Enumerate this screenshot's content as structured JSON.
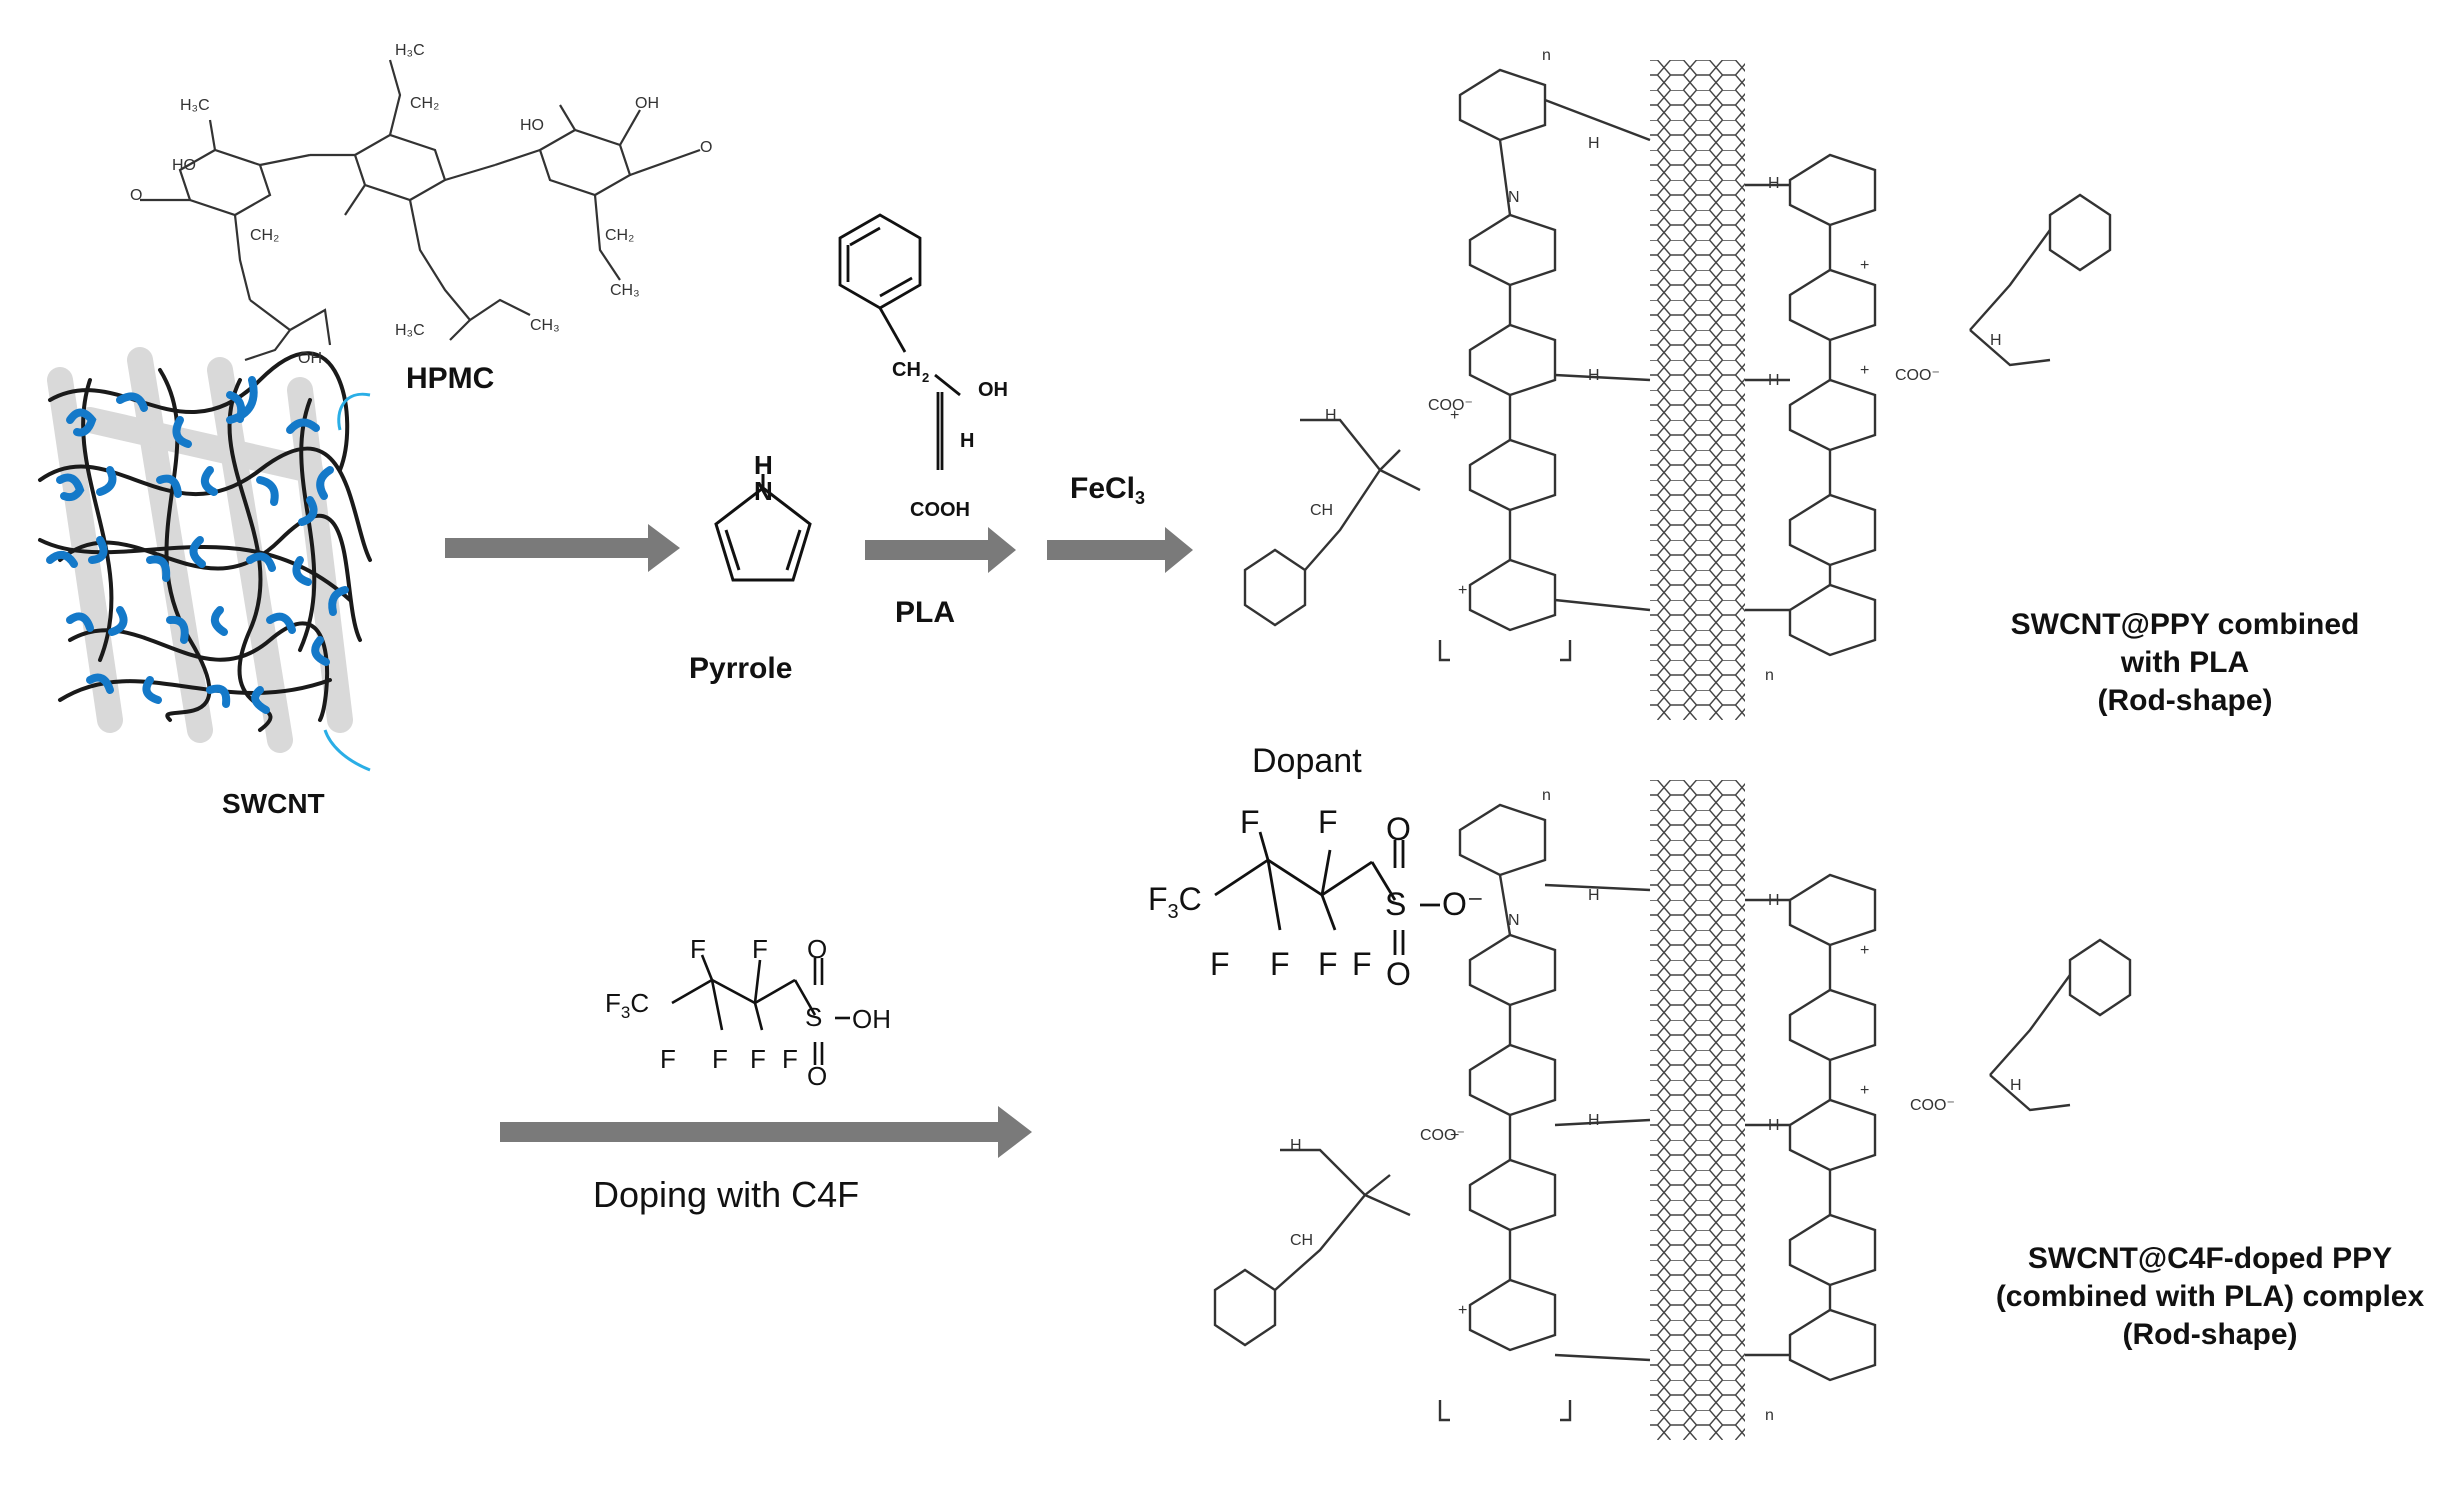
{
  "labels": {
    "hpmc": "HPMC",
    "swcnt": "SWCNT",
    "pyrrole": "Pyrrole",
    "pla": "PLA",
    "fecl3_main": "FeCl",
    "fecl3_sub": "3",
    "dopant": "Dopant",
    "doping": "Doping with C4F",
    "product1_line1": "SWCNT@PPY combined",
    "product1_line2": "with PLA",
    "product1_line3": "(Rod-shape)",
    "product2_line1": "SWCNT@C4F-doped PPY",
    "product2_line2": "(combined with PLA) complex",
    "product2_line3": "(Rod-shape)"
  },
  "chem_text": {
    "pyrrole_h": "H",
    "pyrrole_n": "N",
    "pla_oh": "OH",
    "pla_h": "H",
    "pla_ch2": "CH",
    "pla_ch2_sub": "2",
    "pla_cooh": "COOH",
    "c4f_f3c": "F",
    "c4f_f3c_sub": "3",
    "c4f_c": "C",
    "c4f_f": "F",
    "c4f_s": "S",
    "c4f_o": "O",
    "c4f_oh": "OH",
    "c4f_ominus": "O⁻",
    "hpmc_ho": "HO",
    "hpmc_o": "O",
    "hpmc_h3c": "H₃C",
    "hpmc_ch3": "CH₃",
    "hpmc_oh": "OH",
    "hpmc_ch2": "CH₂",
    "ppy_n": "N",
    "ppy_h": "H",
    "ppy_n_label": "n",
    "coo": "COO⁻",
    "plus": "+"
  }
}
